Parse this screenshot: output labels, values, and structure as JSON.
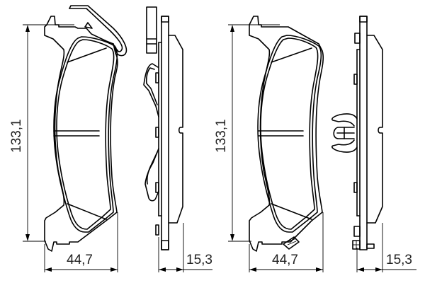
{
  "drawing": {
    "subject": "brake pad set technical drawing",
    "views": [
      {
        "name": "pad-1-front",
        "type": "front view",
        "with_clip": true
      },
      {
        "name": "pad-1-side",
        "type": "side view",
        "with_spring_clip": true
      },
      {
        "name": "pad-2-front",
        "type": "front view",
        "with_wear_sensor": true
      },
      {
        "name": "pad-2-side",
        "type": "side view",
        "with_center_clip": true
      }
    ]
  },
  "dimensions": {
    "pad1_height": "133,1",
    "pad1_width": "44,7",
    "pad1_thickness": "15,3",
    "pad2_height": "133,1",
    "pad2_width": "44,7",
    "pad2_thickness": "15,3"
  },
  "colors": {
    "line": "#000000",
    "background": "#ffffff",
    "text": "#222222"
  }
}
